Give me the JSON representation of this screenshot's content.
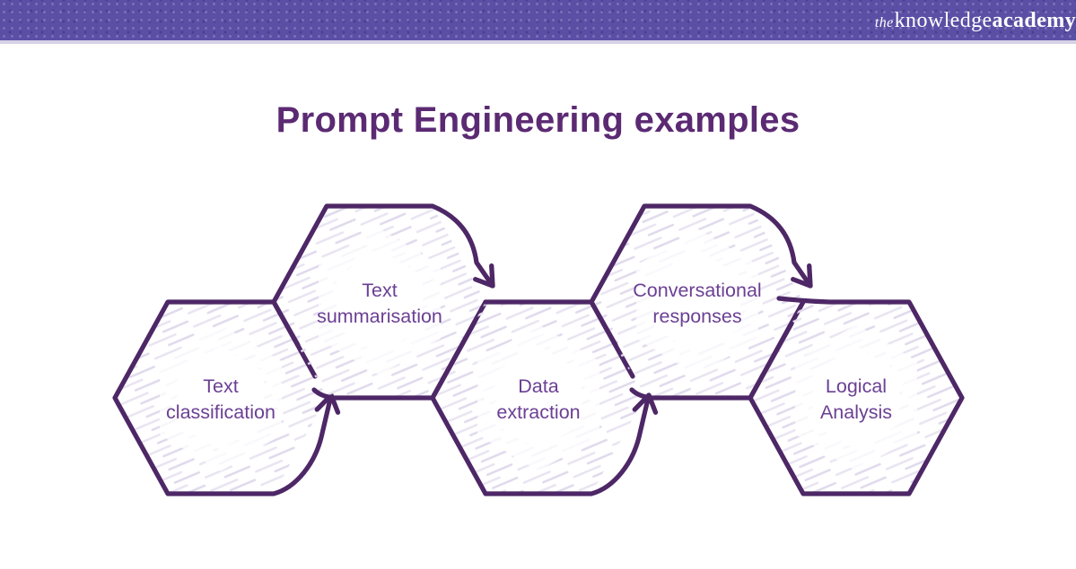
{
  "header": {
    "background_color": "#5a4fa5",
    "logo": {
      "prefix": "the",
      "word_regular": "knowledge",
      "word_bold": "academy"
    }
  },
  "title": {
    "text": "Prompt Engineering examples",
    "color": "#5b2a73"
  },
  "diagram": {
    "outline_color": "#4d2766",
    "label_color": "#6b4094",
    "hatch_color_a": "#e9e4f1",
    "hatch_color_b": "#e0d9ec",
    "nodes": [
      {
        "id": "text-classification",
        "lines": [
          "Text",
          "classification"
        ]
      },
      {
        "id": "text-summarisation",
        "lines": [
          "Text",
          "summarisation"
        ]
      },
      {
        "id": "data-extraction",
        "lines": [
          "Data",
          "extraction"
        ]
      },
      {
        "id": "conversational-responses",
        "lines": [
          "Conversational",
          "responses"
        ]
      },
      {
        "id": "logical-analysis",
        "lines": [
          "Logical",
          "Analysis"
        ]
      }
    ]
  }
}
